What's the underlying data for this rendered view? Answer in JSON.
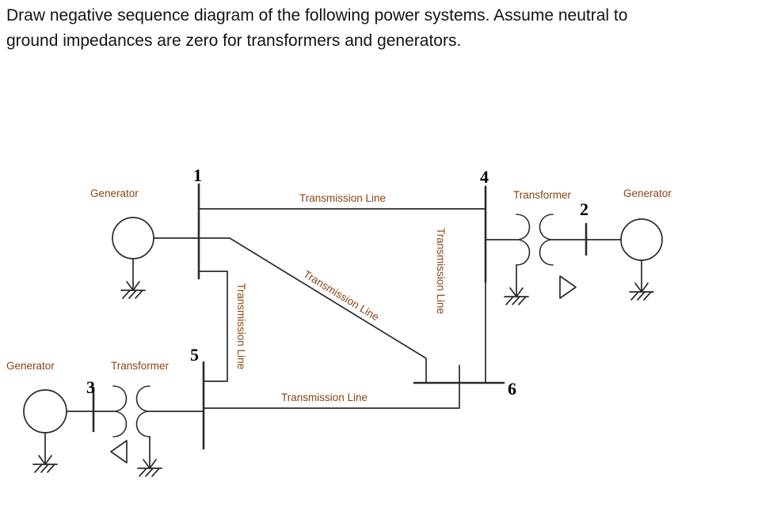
{
  "page": {
    "title_line1": "Draw negative sequence diagram of the following power systems.  Assume neutral to",
    "title_line2": "ground impedances are zero for transformers and generators."
  },
  "diagram": {
    "buses": {
      "b1": "1",
      "b2": "2",
      "b3": "3",
      "b4": "4",
      "b5": "5",
      "b6": "6"
    },
    "generators": {
      "top_left": "Generator",
      "top_right": "Generator",
      "bottom_left": "Generator"
    },
    "transformers": {
      "top": "Transformer",
      "bottom": "Transformer"
    },
    "lines": {
      "l14": "Transmission Line",
      "l16": "Transmission Line",
      "l15": "Transmission Line",
      "l46": "Transmission Line",
      "l56": "Transmission Line"
    },
    "symbols": {
      "ground": "earth-ground",
      "delta": "delta-winding",
      "generator": "machine-circle"
    },
    "colors": {
      "label": "#8B4513",
      "stroke": "#2b2b2b",
      "title": "#141414"
    }
  }
}
